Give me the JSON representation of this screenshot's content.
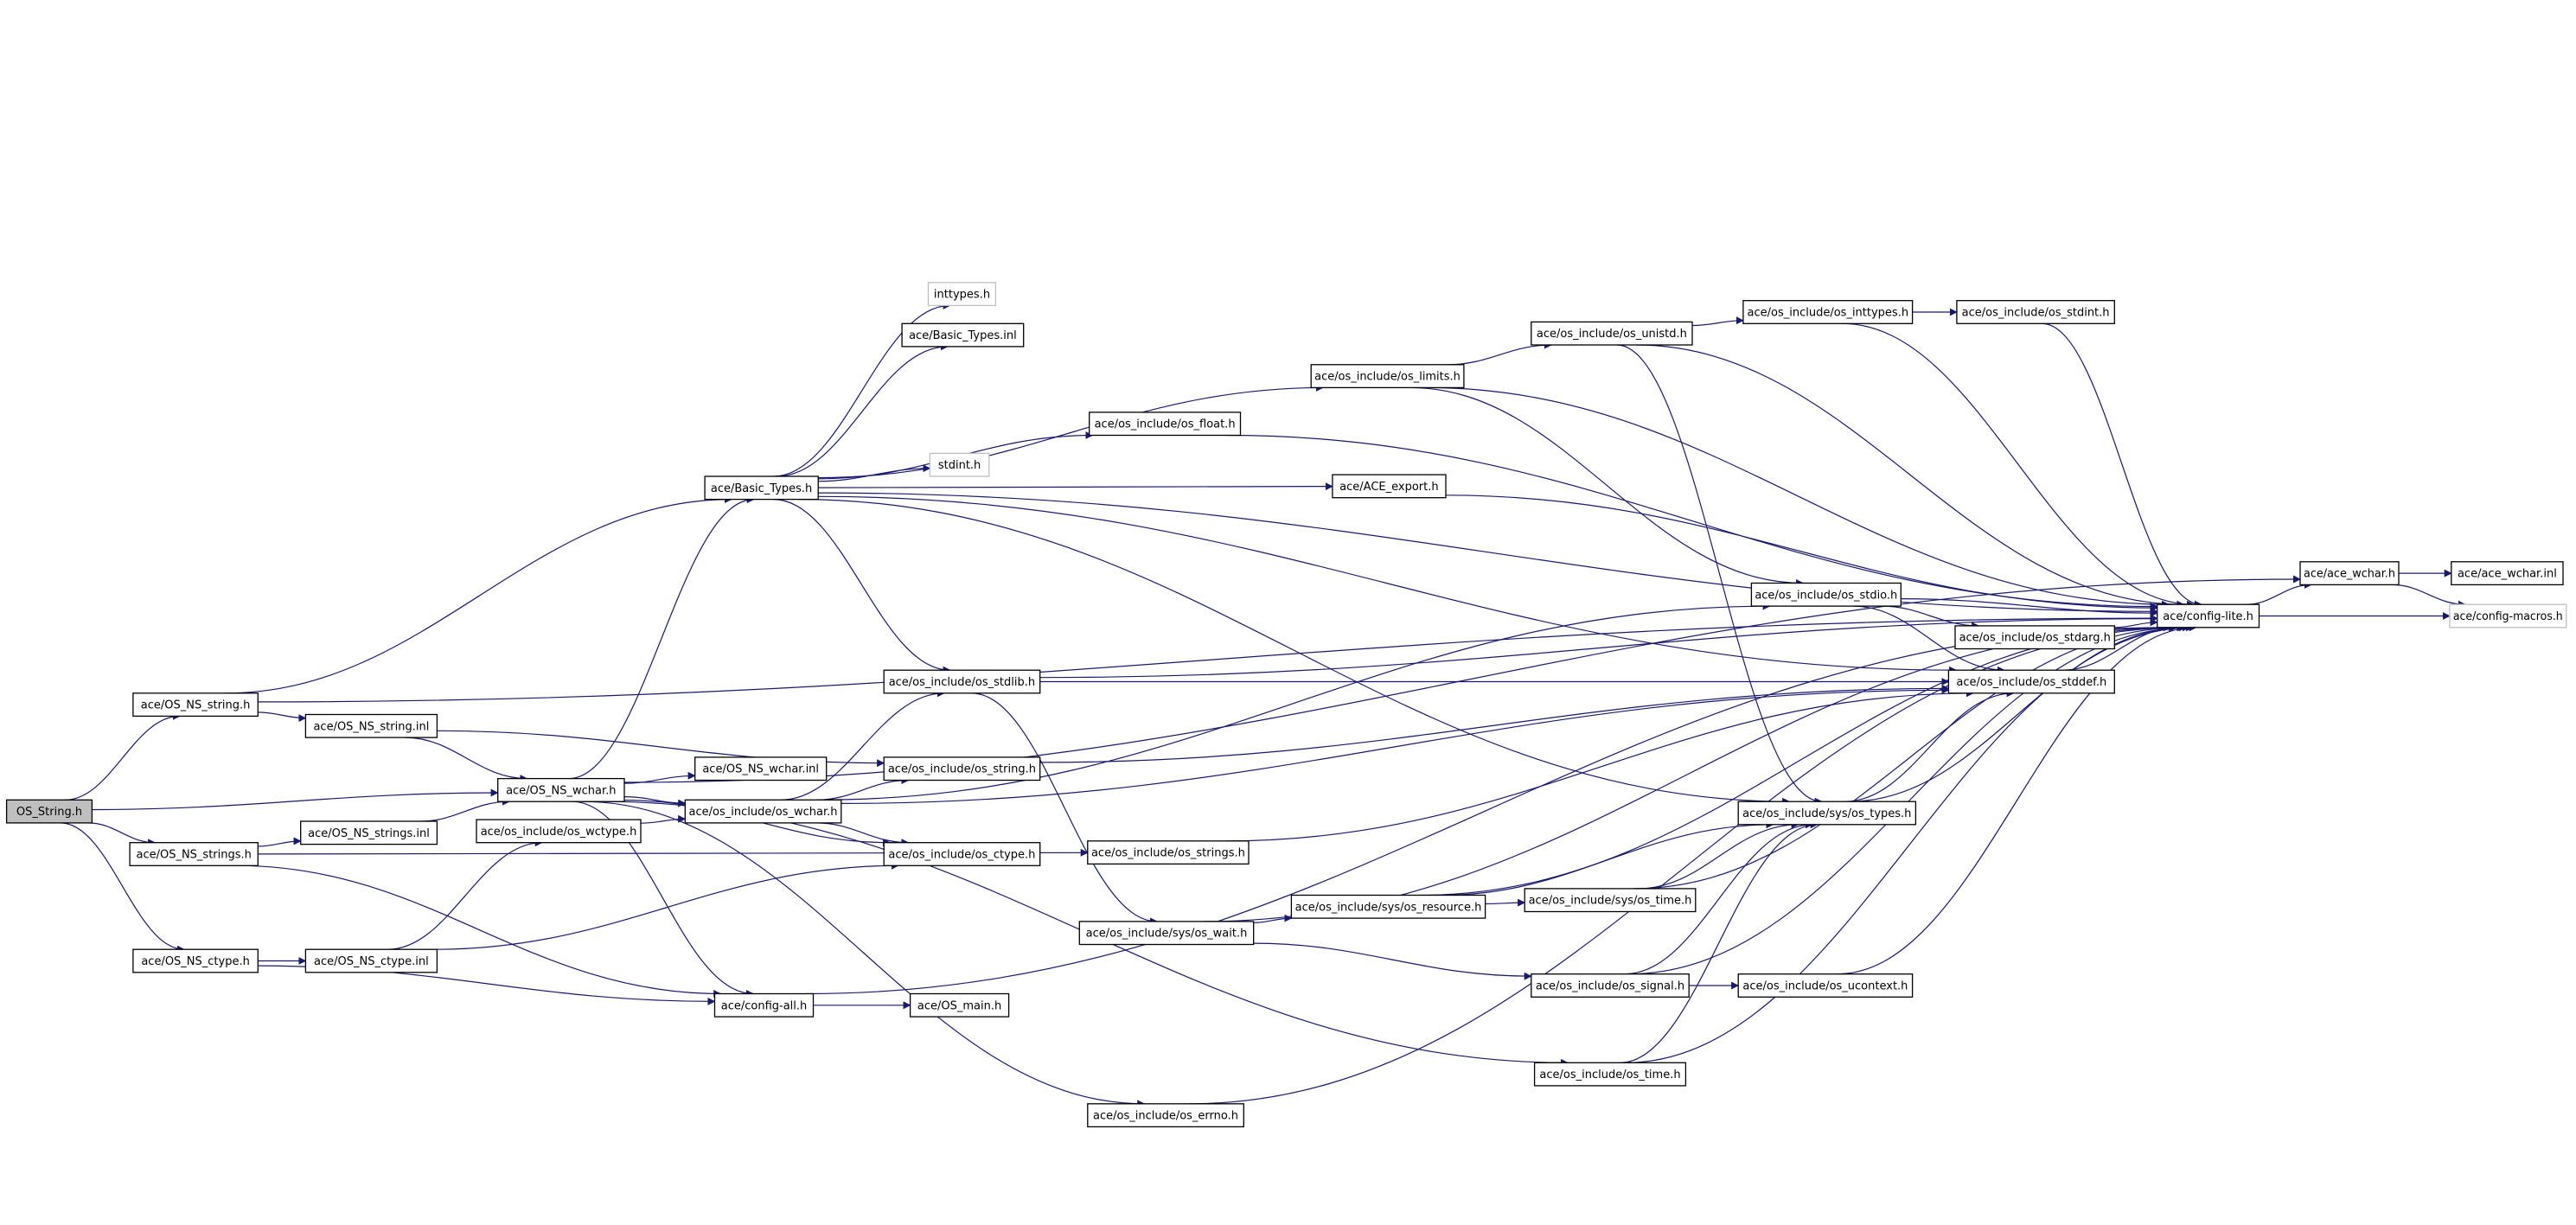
{
  "diagram": {
    "nodes": [
      {
        "id": "os_string_h",
        "label": "OS_String.h",
        "kind": "root",
        "interactable": false
      },
      {
        "id": "os_ns_string_h",
        "label": "ace/OS_NS_string.h",
        "kind": "file",
        "interactable": true
      },
      {
        "id": "os_ns_string_inl",
        "label": "ace/OS_NS_string.inl",
        "kind": "file",
        "interactable": true
      },
      {
        "id": "os_ns_strings_h",
        "label": "ace/OS_NS_strings.h",
        "kind": "file",
        "interactable": true
      },
      {
        "id": "os_ns_strings_inl",
        "label": "ace/OS_NS_strings.inl",
        "kind": "file",
        "interactable": true
      },
      {
        "id": "os_ns_ctype_h",
        "label": "ace/OS_NS_ctype.h",
        "kind": "file",
        "interactable": true
      },
      {
        "id": "os_ns_ctype_inl",
        "label": "ace/OS_NS_ctype.inl",
        "kind": "file",
        "interactable": true
      },
      {
        "id": "os_ns_wchar_h",
        "label": "ace/OS_NS_wchar.h",
        "kind": "file",
        "interactable": true
      },
      {
        "id": "os_ns_wchar_inl",
        "label": "ace/OS_NS_wchar.inl",
        "kind": "file",
        "interactable": true
      },
      {
        "id": "os_wctype_h",
        "label": "ace/os_include/os_wctype.h",
        "kind": "file",
        "interactable": true
      },
      {
        "id": "basic_types_h",
        "label": "ace/Basic_Types.h",
        "kind": "file",
        "interactable": true
      },
      {
        "id": "config_all_h",
        "label": "ace/config-all.h",
        "kind": "file",
        "interactable": true
      },
      {
        "id": "os_main_h",
        "label": "ace/OS_main.h",
        "kind": "file",
        "interactable": true
      },
      {
        "id": "inttypes_h",
        "label": "inttypes.h",
        "kind": "missing",
        "interactable": false
      },
      {
        "id": "basic_types_inl",
        "label": "ace/Basic_Types.inl",
        "kind": "file",
        "interactable": true
      },
      {
        "id": "stdint_h",
        "label": "stdint.h",
        "kind": "missing",
        "interactable": false
      },
      {
        "id": "os_stdlib_h",
        "label": "ace/os_include/os_stdlib.h",
        "kind": "file",
        "interactable": true
      },
      {
        "id": "os_string_inc_h",
        "label": "ace/os_include/os_string.h",
        "kind": "file",
        "interactable": true
      },
      {
        "id": "os_wchar_h",
        "label": "ace/os_include/os_wchar.h",
        "kind": "file",
        "interactable": true
      },
      {
        "id": "os_ctype_h",
        "label": "ace/os_include/os_ctype.h",
        "kind": "file",
        "interactable": true
      },
      {
        "id": "os_strings_h",
        "label": "ace/os_include/os_strings.h",
        "kind": "file",
        "interactable": true
      },
      {
        "id": "os_wait_h",
        "label": "ace/os_include/sys/os_wait.h",
        "kind": "file",
        "interactable": true
      },
      {
        "id": "os_errno_h",
        "label": "ace/os_include/os_errno.h",
        "kind": "file",
        "interactable": true
      },
      {
        "id": "os_limits_h",
        "label": "ace/os_include/os_limits.h",
        "kind": "file",
        "interactable": true
      },
      {
        "id": "os_float_h",
        "label": "ace/os_include/os_float.h",
        "kind": "file",
        "interactable": true
      },
      {
        "id": "ace_export_h",
        "label": "ace/ACE_export.h",
        "kind": "file",
        "interactable": true
      },
      {
        "id": "os_resource_h",
        "label": "ace/os_include/sys/os_resource.h",
        "kind": "file",
        "interactable": true
      },
      {
        "id": "os_signal_h",
        "label": "ace/os_include/os_signal.h",
        "kind": "file",
        "interactable": true
      },
      {
        "id": "os_time_h",
        "label": "ace/os_include/os_time.h",
        "kind": "file",
        "interactable": true
      },
      {
        "id": "os_unistd_h",
        "label": "ace/os_include/os_unistd.h",
        "kind": "file",
        "interactable": true
      },
      {
        "id": "os_inttypes_h",
        "label": "ace/os_include/os_inttypes.h",
        "kind": "file",
        "interactable": true
      },
      {
        "id": "os_stdint_h",
        "label": "ace/os_include/os_stdint.h",
        "kind": "file",
        "interactable": true
      },
      {
        "id": "os_stdio_h",
        "label": "ace/os_include/os_stdio.h",
        "kind": "file",
        "interactable": true
      },
      {
        "id": "os_stdarg_h",
        "label": "ace/os_include/os_stdarg.h",
        "kind": "file",
        "interactable": true
      },
      {
        "id": "os_stddef_h",
        "label": "ace/os_include/os_stddef.h",
        "kind": "file",
        "interactable": true
      },
      {
        "id": "sys_os_types_h",
        "label": "ace/os_include/sys/os_types.h",
        "kind": "file",
        "interactable": true
      },
      {
        "id": "sys_os_time_h",
        "label": "ace/os_include/sys/os_time.h",
        "kind": "file",
        "interactable": true
      },
      {
        "id": "os_ucontext_h",
        "label": "ace/os_include/os_ucontext.h",
        "kind": "file",
        "interactable": true
      },
      {
        "id": "config_lite_h",
        "label": "ace/config-lite.h",
        "kind": "file",
        "interactable": true
      },
      {
        "id": "ace_wchar_h",
        "label": "ace/ace_wchar.h",
        "kind": "file",
        "interactable": true
      },
      {
        "id": "ace_wchar_inl",
        "label": "ace/ace_wchar.inl",
        "kind": "file",
        "interactable": true
      },
      {
        "id": "config_macros_h",
        "label": "ace/config-macros.h",
        "kind": "missing",
        "interactable": false
      }
    ],
    "edges": [
      [
        "os_string_h",
        "os_ns_string_h"
      ],
      [
        "os_string_h",
        "os_ns_wchar_h"
      ],
      [
        "os_string_h",
        "os_ns_strings_h"
      ],
      [
        "os_string_h",
        "os_ns_ctype_h"
      ],
      [
        "os_ns_string_h",
        "config_lite_h"
      ],
      [
        "os_ns_string_h",
        "os_ns_string_inl"
      ],
      [
        "os_ns_string_h",
        "basic_types_h"
      ],
      [
        "os_ns_string_inl",
        "os_ns_wchar_h"
      ],
      [
        "os_ns_string_inl",
        "os_string_inc_h"
      ],
      [
        "os_ns_wchar_h",
        "ace_wchar_h"
      ],
      [
        "os_ns_wchar_h",
        "basic_types_h"
      ],
      [
        "os_ns_wchar_h",
        "os_ns_wchar_inl"
      ],
      [
        "os_ns_wchar_h",
        "os_wchar_h"
      ],
      [
        "os_ns_wchar_h",
        "config_all_h"
      ],
      [
        "os_ns_wchar_h",
        "os_errno_h"
      ],
      [
        "os_ns_wchar_h",
        "os_ctype_h"
      ],
      [
        "os_ns_wchar_h",
        "os_time_h"
      ],
      [
        "os_ns_strings_h",
        "os_ns_strings_inl"
      ],
      [
        "os_ns_strings_h",
        "os_strings_h"
      ],
      [
        "os_ns_strings_h",
        "config_all_h"
      ],
      [
        "os_ns_strings_inl",
        "os_ns_wchar_h"
      ],
      [
        "os_ns_ctype_h",
        "os_ns_ctype_inl"
      ],
      [
        "os_ns_ctype_h",
        "config_all_h"
      ],
      [
        "os_ns_ctype_inl",
        "os_wctype_h"
      ],
      [
        "os_ns_ctype_inl",
        "os_ctype_h"
      ],
      [
        "os_wctype_h",
        "os_wchar_h"
      ],
      [
        "basic_types_h",
        "inttypes_h"
      ],
      [
        "basic_types_h",
        "basic_types_inl"
      ],
      [
        "basic_types_h",
        "stdint_h"
      ],
      [
        "basic_types_h",
        "os_limits_h"
      ],
      [
        "basic_types_h",
        "os_float_h"
      ],
      [
        "basic_types_h",
        "ace_export_h"
      ],
      [
        "basic_types_h",
        "config_lite_h"
      ],
      [
        "basic_types_h",
        "os_stdlib_h"
      ],
      [
        "basic_types_h",
        "os_stddef_h"
      ],
      [
        "basic_types_h",
        "sys_os_types_h"
      ],
      [
        "os_wchar_h",
        "os_stdlib_h"
      ],
      [
        "os_wchar_h",
        "os_string_inc_h"
      ],
      [
        "os_wchar_h",
        "os_stdio_h"
      ],
      [
        "os_wchar_h",
        "os_stddef_h"
      ],
      [
        "os_wchar_h",
        "os_ctype_h"
      ],
      [
        "os_stdlib_h",
        "config_lite_h"
      ],
      [
        "os_stdlib_h",
        "os_stddef_h"
      ],
      [
        "os_stdlib_h",
        "os_wait_h"
      ],
      [
        "os_string_inc_h",
        "os_stddef_h"
      ],
      [
        "os_strings_h",
        "os_stddef_h"
      ],
      [
        "config_all_h",
        "os_main_h"
      ],
      [
        "config_all_h",
        "config_lite_h"
      ],
      [
        "os_limits_h",
        "os_unistd_h"
      ],
      [
        "os_limits_h",
        "config_lite_h"
      ],
      [
        "os_limits_h",
        "os_stdio_h"
      ],
      [
        "os_float_h",
        "config_lite_h"
      ],
      [
        "ace_export_h",
        "config_lite_h"
      ],
      [
        "os_unistd_h",
        "os_inttypes_h"
      ],
      [
        "os_unistd_h",
        "config_lite_h"
      ],
      [
        "os_unistd_h",
        "sys_os_types_h"
      ],
      [
        "os_inttypes_h",
        "os_stdint_h"
      ],
      [
        "os_inttypes_h",
        "config_lite_h"
      ],
      [
        "os_stdint_h",
        "config_lite_h"
      ],
      [
        "os_stdio_h",
        "config_lite_h"
      ],
      [
        "os_stdio_h",
        "os_stdarg_h"
      ],
      [
        "os_stdio_h",
        "os_stddef_h"
      ],
      [
        "os_stdarg_h",
        "config_lite_h"
      ],
      [
        "os_stddef_h",
        "config_lite_h"
      ],
      [
        "os_wait_h",
        "os_resource_h"
      ],
      [
        "os_wait_h",
        "os_signal_h"
      ],
      [
        "os_wait_h",
        "config_lite_h"
      ],
      [
        "os_resource_h",
        "sys_os_types_h"
      ],
      [
        "os_resource_h",
        "sys_os_time_h"
      ],
      [
        "os_resource_h",
        "config_lite_h"
      ],
      [
        "sys_os_time_h",
        "sys_os_types_h"
      ],
      [
        "sys_os_time_h",
        "config_lite_h"
      ],
      [
        "sys_os_types_h",
        "os_stddef_h"
      ],
      [
        "sys_os_types_h",
        "config_lite_h"
      ],
      [
        "os_signal_h",
        "sys_os_types_h"
      ],
      [
        "os_signal_h",
        "os_ucontext_h"
      ],
      [
        "os_signal_h",
        "config_lite_h"
      ],
      [
        "os_ucontext_h",
        "config_lite_h"
      ],
      [
        "os_time_h",
        "sys_os_types_h"
      ],
      [
        "os_time_h",
        "config_lite_h"
      ],
      [
        "os_errno_h",
        "config_lite_h"
      ],
      [
        "config_lite_h",
        "ace_wchar_h"
      ],
      [
        "config_lite_h",
        "config_macros_h"
      ],
      [
        "ace_wchar_h",
        "ace_wchar_inl"
      ],
      [
        "ace_wchar_h",
        "config_macros_h"
      ]
    ]
  }
}
